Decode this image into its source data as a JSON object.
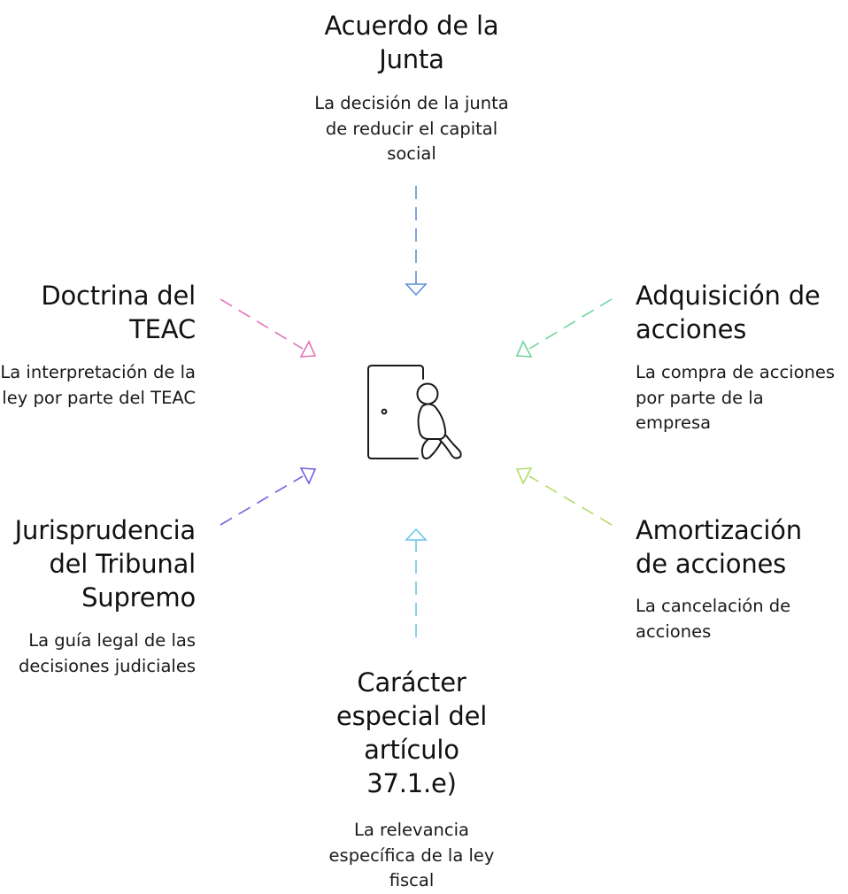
{
  "diagram": {
    "center": {
      "icon": "person-leaving-door-icon"
    },
    "nodes": {
      "top": {
        "title": "Acuerdo de la Junta",
        "description": "La decisión de la junta de reducir el capital social",
        "arrow_color": "#5b8fd6"
      },
      "left_top": {
        "title": "Doctrina del TEAC",
        "description": "La interpretación de la ley por parte del TEAC",
        "arrow_color": "#e272b8"
      },
      "left_bottom": {
        "title": "Jurisprudencia del Tribunal Supremo",
        "description": "La guía legal de las decisiones judiciales",
        "arrow_color": "#6f63dc"
      },
      "right_top": {
        "title": "Adquisición de acciones",
        "description": "La compra de acciones por parte de la empresa",
        "arrow_color": "#6fd69a"
      },
      "right_bottom": {
        "title": "Amortización de acciones",
        "description": "La cancelación de acciones",
        "arrow_color": "#b3dd6a"
      },
      "bottom": {
        "title": "Carácter especial del artículo 37.1.e)",
        "description": "La relevancia específica de la ley fiscal",
        "arrow_color": "#6cc4ee"
      }
    }
  }
}
